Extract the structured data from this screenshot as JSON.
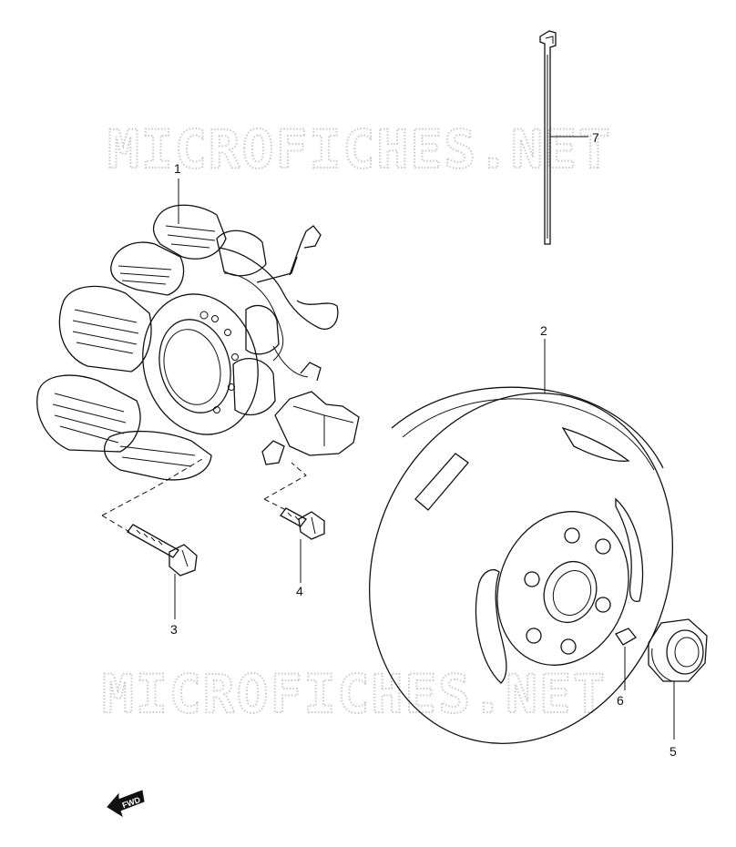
{
  "watermark": {
    "text_top": "MICROFICHES.NET",
    "text_bottom": "MICROFICHES.NET"
  },
  "callouts": {
    "1": "1",
    "2": "2",
    "3": "3",
    "4": "4",
    "5": "5",
    "6": "6",
    "7": "7"
  },
  "direction_marker": {
    "label": "FWD",
    "icon": "arrow-left-icon"
  },
  "colors": {
    "line": "#111111",
    "watermark": "#c9c9c9",
    "background": "#ffffff"
  }
}
